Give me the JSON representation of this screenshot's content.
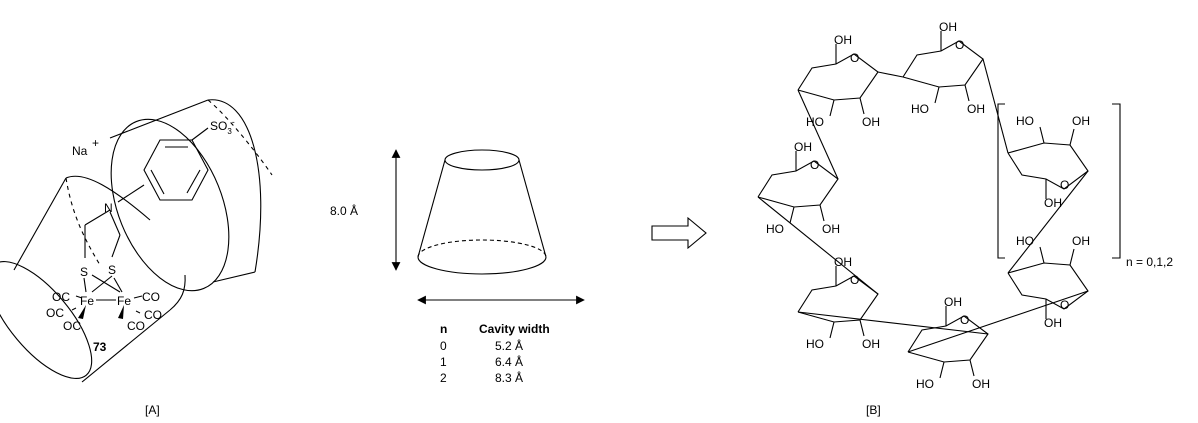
{
  "panel_a": {
    "label": "[A]",
    "compound_number": "73",
    "sodium": "Na",
    "sodium_charge": "+",
    "sulfonate_main": "SO",
    "sulfonate_sub": "3",
    "sulfonate_charge": "-",
    "nitrogen": "N",
    "sulfur_left": "S",
    "sulfur_right": "S",
    "iron_left": "Fe",
    "iron_right": "Fe",
    "carbonyl_1": "OC",
    "carbonyl_2": "OC",
    "carbonyl_3": "OC",
    "carbonyl_4": "CO",
    "carbonyl_5": "CO",
    "carbonyl_6": "CO"
  },
  "cone": {
    "height_label": "8.0 Å",
    "table_header_n": "n",
    "table_header_width": "Cavity width",
    "rows": [
      {
        "n": "0",
        "width": "5.2 Å"
      },
      {
        "n": "1",
        "width": "6.4 Å"
      },
      {
        "n": "2",
        "width": "8.3 Å"
      }
    ]
  },
  "panel_b": {
    "label": "[B]",
    "repeat_label": "n = 0,1,2",
    "hydroxyl": "OH",
    "hydroxyl_left": "HO",
    "ring_oxygen": "O"
  }
}
